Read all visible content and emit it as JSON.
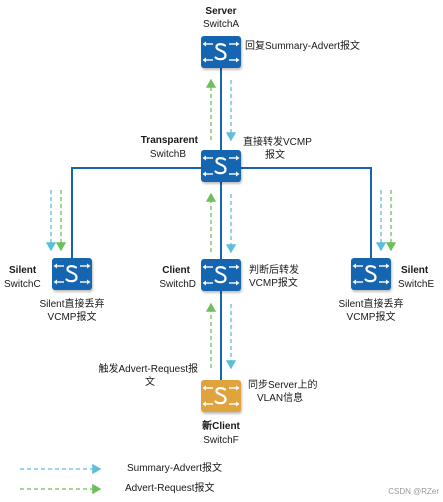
{
  "switches": {
    "a": {
      "role": "Server",
      "name": "SwitchA",
      "note": "回复Summary-Advert报文"
    },
    "b": {
      "role": "Transparent",
      "name": "SwitchB",
      "note_line1": "直接转发VCMP",
      "note_line2": "报文"
    },
    "c": {
      "role": "Silent",
      "name": "SwitchC",
      "note_line1": "Silent直接丢弃",
      "note_line2": "VCMP报文"
    },
    "d": {
      "role": "Client",
      "name": "SwitchD",
      "note_line1": "判断后转发",
      "note_line2": "VCMP报文"
    },
    "e": {
      "role": "Silent",
      "name": "SwitchE",
      "note_line1": "Silent直接丢弃",
      "note_line2": "VCMP报文"
    },
    "f": {
      "role": "新Client",
      "name": "SwitchF",
      "note_left_line1": "触发Advert-Request报",
      "note_left_line2": "文",
      "note_right_line1": "同步Server上的",
      "note_right_line2": "VLAN信息"
    }
  },
  "legend": {
    "summary": "Summary-Advert报文",
    "request": "Advert-Request报文"
  },
  "colors": {
    "switch_blue": "#1565b0",
    "switch_new": "#e0a43e",
    "summary_arrow": "#5bbfdc",
    "request_arrow": "#6cbf5a",
    "link": "#1565b0"
  },
  "icon": "switch-s-icon",
  "watermark": "CSDN @RZer"
}
